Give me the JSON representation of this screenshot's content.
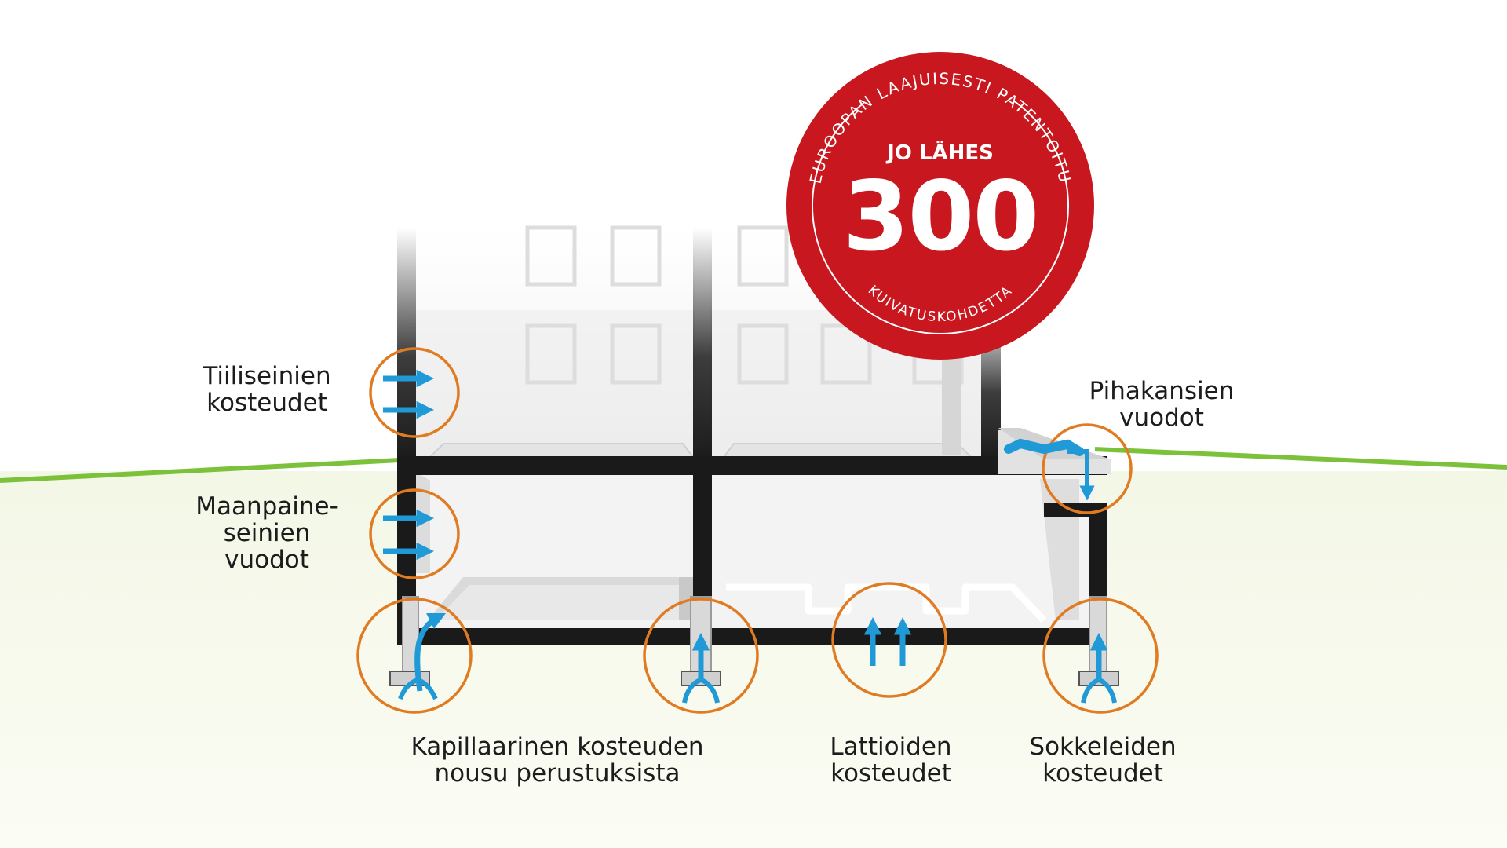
{
  "badge": {
    "arc_top": "EUROOPAN LAAJUISESTI PATENTOITU",
    "pre": "JO LÄHES",
    "number": "300",
    "arc_bottom": "KUIVATUSKOHDETTA",
    "color": "#c8171e"
  },
  "labels": {
    "brick_walls": [
      "Tiiliseinien",
      "kosteudet"
    ],
    "ground_walls": [
      "Maanpaine-",
      "seinien",
      "vuodot"
    ],
    "yard_decks": [
      "Pihakansien",
      "vuodot"
    ],
    "capillary": [
      "Kapillaarinen kosteuden",
      "nousu perustuksista"
    ],
    "floors": [
      "Lattioiden",
      "kosteudet"
    ],
    "plinths": [
      "Sokkeleiden",
      "kosteudet"
    ]
  },
  "colors": {
    "wall": "#1a1a1a",
    "ring": "#e07b22",
    "arrow": "#1f9ad6",
    "ground_line": "#7cc13a"
  }
}
